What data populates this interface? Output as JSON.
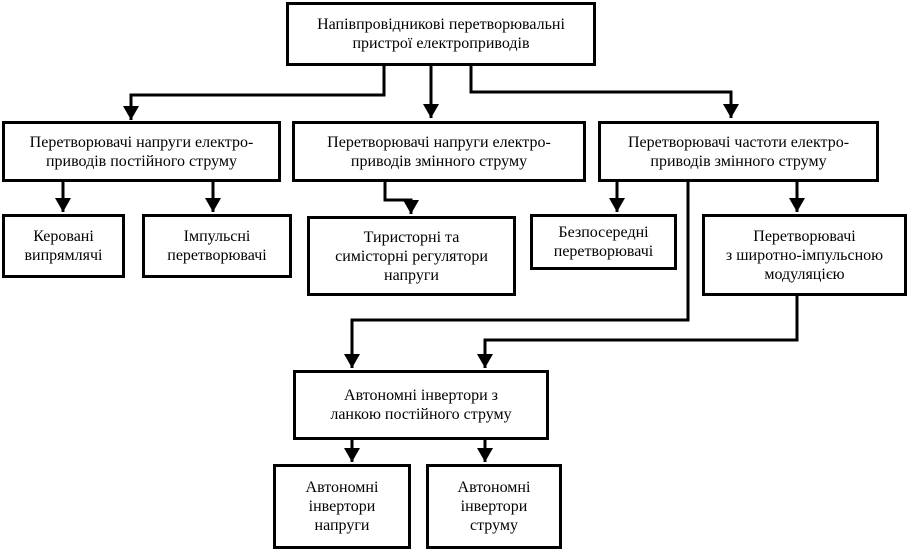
{
  "root": {
    "lines": [
      "Напівпровідникові перетворювальні",
      "пристрої електроприводів"
    ]
  },
  "dc_converters": {
    "lines": [
      "Перетворювачі напруги електро-",
      "приводів постійного струму"
    ]
  },
  "ac_voltage_converters": {
    "lines": [
      "Перетворювачі напруги електро-",
      "приводів змінного струму"
    ]
  },
  "frequency_converters": {
    "lines": [
      "Перетворювачі частоти електро-",
      "приводів змінного струму"
    ]
  },
  "controlled_rectifiers": {
    "lines": [
      "Керовані",
      "випрямлячі"
    ]
  },
  "pulse_converters": {
    "lines": [
      "Імпульсні",
      "перетворювачі"
    ]
  },
  "thyristor_regulators": {
    "lines": [
      "Тиристорні  та",
      "симісторні регулятори",
      "напруги"
    ]
  },
  "direct_converters": {
    "lines": [
      "Безпосередні",
      "перетворювачі"
    ]
  },
  "pwm_converters": {
    "lines": [
      "Перетворювачі",
      "з широтно-імпульсною",
      "модуляцією"
    ]
  },
  "dc_link_inverters": {
    "lines": [
      "Автономні інвертори  з",
      "ланкою постійного струму"
    ]
  },
  "voltage_inverters": {
    "lines": [
      "Автономні",
      "інвертори",
      "напруги"
    ]
  },
  "current_inverters": {
    "lines": [
      "Автономні",
      "інвертори",
      "струму"
    ]
  },
  "colors": {
    "line": "#000000",
    "background": "#ffffff"
  }
}
